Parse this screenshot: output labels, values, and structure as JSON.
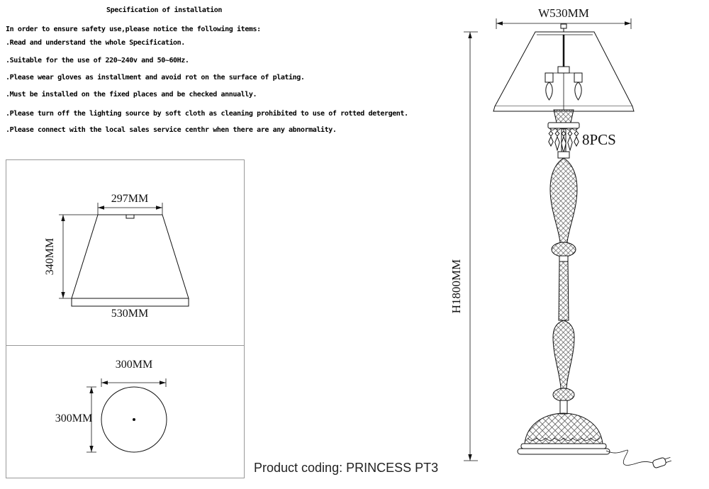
{
  "spec": {
    "title": "Specification of installation",
    "items": [
      "In order to ensure safety use,please notice the following items:",
      ".Read and understand the whole Specification.",
      ".Suitable for the use of 220~240v and 50~60Hz.",
      ".Please wear gloves as installment and avoid rot on the surface of plating.",
      ".Must be installed on the fixed places and be checked annually.",
      ".Please turn off the lighting source by soft cloth as cleaning prohibited to use of rotted detergent.",
      ".Please connect with the local sales service centhr when there are any abnormality."
    ]
  },
  "shade_diagram": {
    "top_width_label": "297MM",
    "height_label": "340MM",
    "bottom_width_label": "530MM"
  },
  "base_diagram": {
    "width_label": "300MM",
    "height_label": "300MM"
  },
  "lamp": {
    "width_label": "W530MM",
    "height_label": "H1800MM",
    "pendants_label": "8PCS"
  },
  "footer": {
    "product_coding": "Product coding: PRINCESS PT3"
  }
}
